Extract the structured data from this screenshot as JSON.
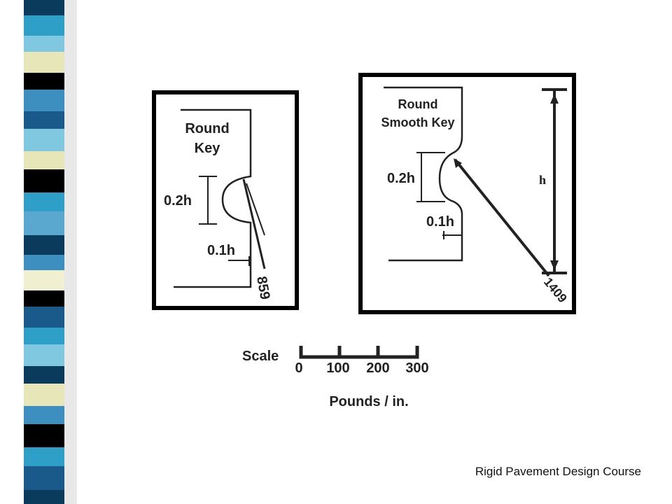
{
  "left_panel": {
    "title_line1": "Round",
    "title_line2": "Key",
    "dim_02h": "0.2h",
    "dim_01h": "0.1h",
    "force_value": "859"
  },
  "right_panel": {
    "title_line1": "Round",
    "title_line2": "Smooth Key",
    "dim_02h": "0.2h",
    "dim_01h": "0.1h",
    "height_label": "h",
    "force_value": "1409"
  },
  "scale": {
    "label": "Scale",
    "ticks": [
      "0",
      "100",
      "200",
      "300"
    ],
    "units": "Pounds / in."
  },
  "footer": "Rigid Pavement Design Course",
  "colors": {
    "stripe": [
      "#0a3a5c",
      "#2ea0c8",
      "#7fc8e0",
      "#e6e6b8",
      "#000000",
      "#3c8fbf",
      "#1a5a8a",
      "#5aa8d0",
      "#f0f0d0"
    ]
  }
}
